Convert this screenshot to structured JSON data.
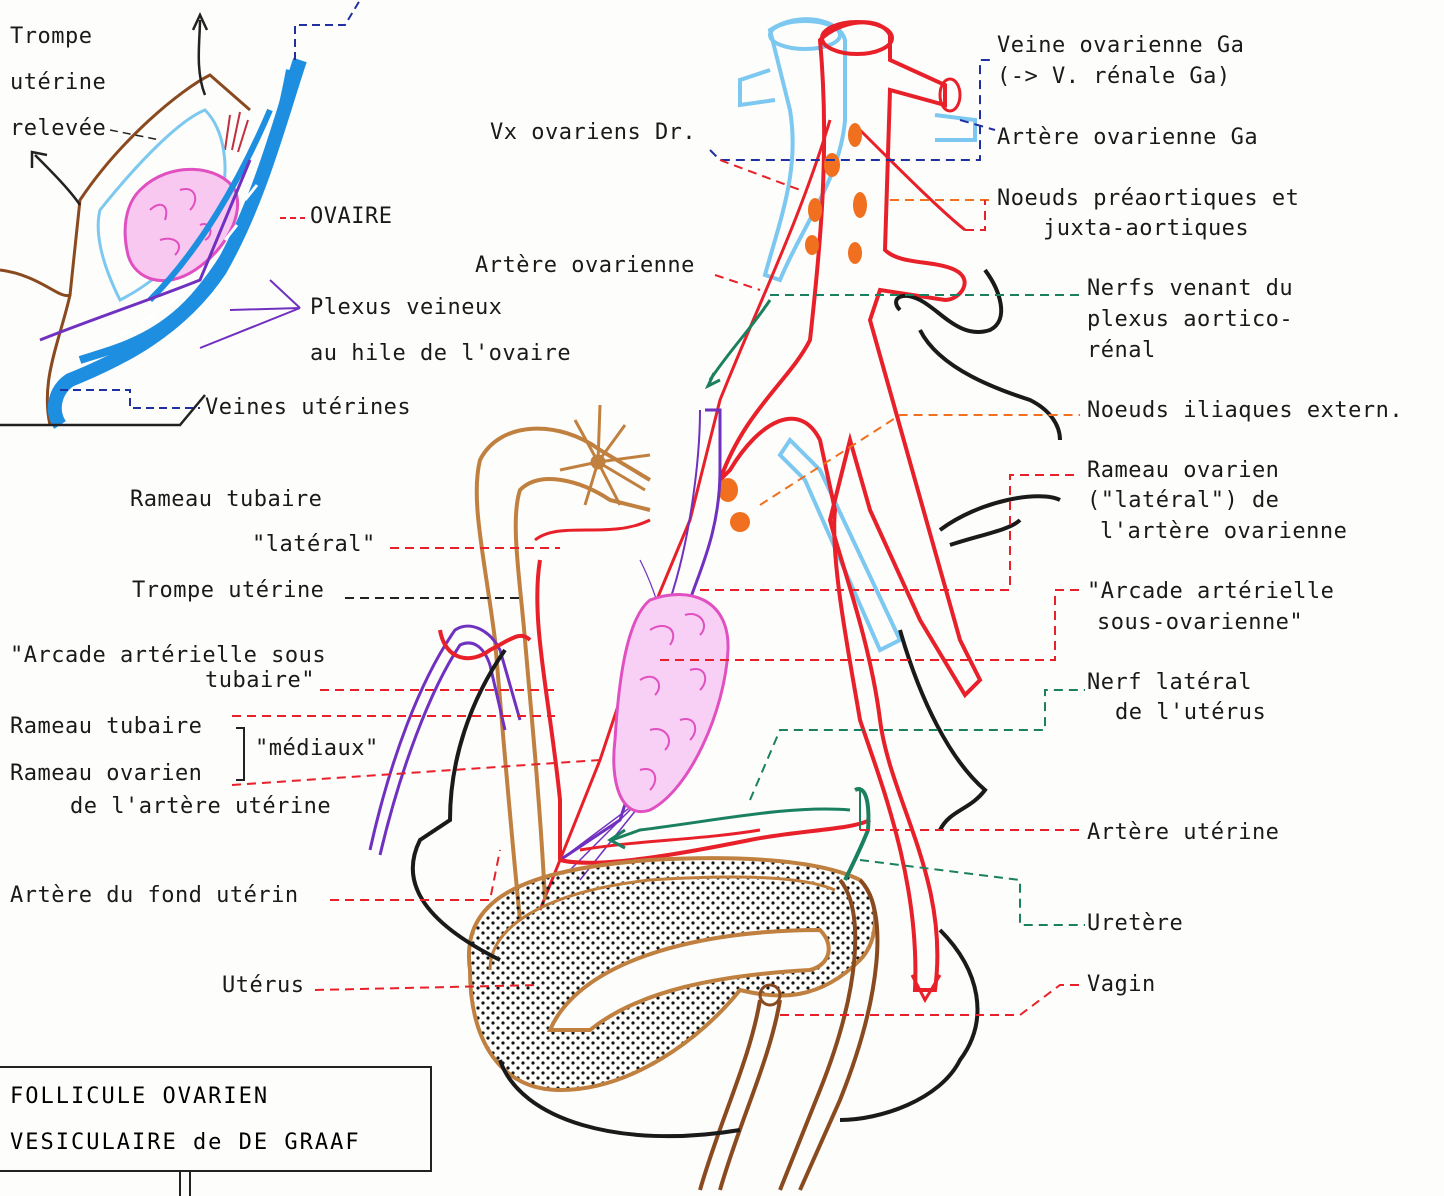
{
  "labels": {
    "trompe_relevee_1": "Trompe",
    "trompe_relevee_2": "utérine",
    "trompe_relevee_3": "relevée",
    "ovaire": "OVAIRE",
    "plexus_1": "Plexus veineux",
    "plexus_2": "au hile de l'ovaire",
    "veines_uterines": "Veines utérines",
    "vx_ovariens_dr": "Vx ovariens Dr.",
    "artere_ovarienne": "Artère ovarienne",
    "veine_ovarienne_ga_1": "Veine ovarienne Ga",
    "veine_ovarienne_ga_2": "(-> V. rénale Ga)",
    "artere_ovarienne_ga": "Artère ovarienne Ga",
    "noeuds_preaortiques_1": "Noeuds préaortiques et",
    "noeuds_preaortiques_2": "juxta-aortiques",
    "nerfs_1": "Nerfs venant du",
    "nerfs_2": "plexus aortico-",
    "nerfs_3": "rénal",
    "noeuds_iliaques": "Noeuds iliaques extern.",
    "rameau_tubaire_lat_1": "Rameau tubaire",
    "rameau_tubaire_lat_2": "\"latéral\"",
    "rameau_ovarien_lat_1": "Rameau ovarien",
    "rameau_ovarien_lat_2": "(\"latéral\") de",
    "rameau_ovarien_lat_3": "l'artère ovarienne",
    "trompe_uterine": "Trompe utérine",
    "arcade_sous_ovarienne_1": "\"Arcade artérielle",
    "arcade_sous_ovarienne_2": "sous-ovarienne\"",
    "arcade_sous_tubaire_1": "\"Arcade artérielle sous",
    "arcade_sous_tubaire_2": "tubaire\"",
    "nerf_lateral_1": "Nerf latéral",
    "nerf_lateral_2": "de l'utérus",
    "rameau_tubaire_med": "Rameau tubaire",
    "mediaux": "\"médiaux\"",
    "rameau_ovarien_med": "Rameau ovarien",
    "de_artere_uterine": "de l'artère utérine",
    "artere_uterine": "Artère utérine",
    "artere_fond_uterin": "Artère du fond utérin",
    "uretere": "Uretère",
    "uterus": "Utérus",
    "vagin": "Vagin"
  },
  "legend": {
    "line1": "FOLLICULE OVARIEN",
    "line2": "VESICULAIRE de DE GRAAF"
  },
  "colors": {
    "artery": "#e8202a",
    "vein": "#1e8fe0",
    "light_vein": "#7cc8f0",
    "node": "#f07020",
    "nerve": "#1a1a1a",
    "ureter": "#1a8060",
    "ovary": "#f070d0",
    "uterus": "#c08040",
    "ligament": "#7030c0"
  }
}
